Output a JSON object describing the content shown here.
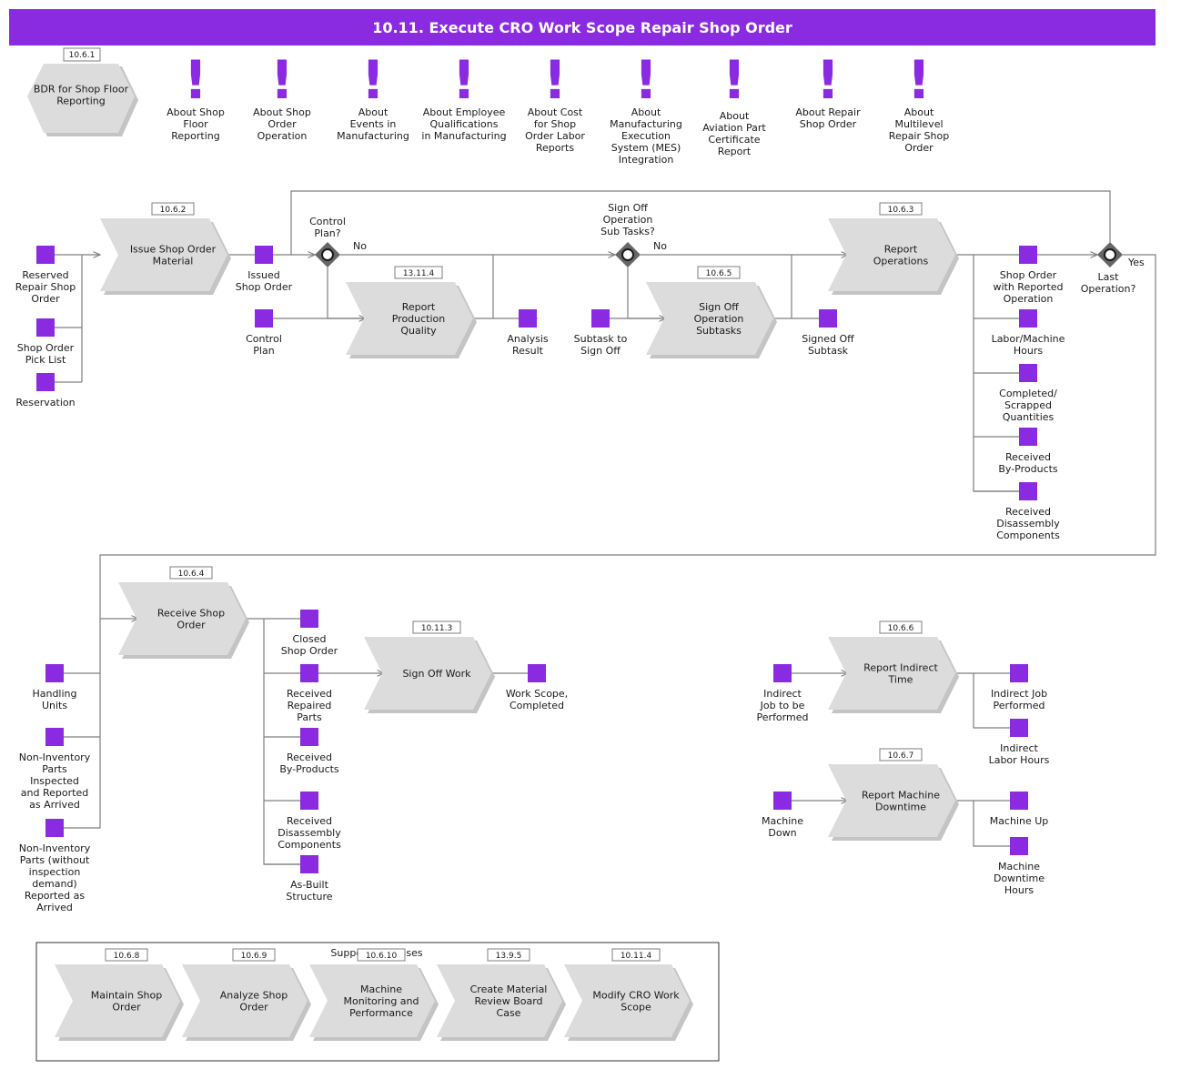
{
  "title": "10.11. Execute CRO Work Scope Repair Shop Order",
  "colors": {
    "header": "#8a2be2",
    "object": "#8a2be2",
    "process": "#dcdcdc",
    "gateway": "#666666",
    "line": "#7f7f7f"
  },
  "bdr": {
    "ref": "10.6.1",
    "label": "BDR for Shop Floor Reporting"
  },
  "about_items": [
    "About Shop Floor Reporting",
    "About Shop Order Operation",
    "About Events in Manufacturing",
    "About Employee Qualifications in Manufacturing",
    "About Cost for Shop Order Labor Reports",
    "About Manufacturing Execution System (MES) Integration",
    "About Aviation Part Certificate Report",
    "About Repair Shop Order",
    "About Multilevel Repair Shop Order"
  ],
  "processes": {
    "issue": {
      "ref": "10.6.2",
      "label": "Issue Shop Order Material"
    },
    "quality": {
      "ref": "13.11.4",
      "label": "Report Production Quality"
    },
    "signoff_sub": {
      "ref": "10.6.5",
      "label": "Sign Off Operation Subtasks"
    },
    "report_ops": {
      "ref": "10.6.3",
      "label": "Report Operations"
    },
    "receive": {
      "ref": "10.6.4",
      "label": "Receive Shop Order"
    },
    "signoff_work": {
      "ref": "10.11.3",
      "label": "Sign Off Work"
    },
    "indirect": {
      "ref": "10.6.6",
      "label": "Report Indirect Time"
    },
    "downtime": {
      "ref": "10.6.7",
      "label": "Report Machine Downtime"
    }
  },
  "gateways": {
    "control_plan": {
      "label": "Control Plan?",
      "no": "No"
    },
    "subtasks": {
      "label": "Sign Off Operation Sub Tasks?",
      "no": "No"
    },
    "last_op": {
      "label": "Last Operation?",
      "yes": "Yes"
    }
  },
  "objects": {
    "reserved": "Reserved Repair Shop Order",
    "picklist": "Shop Order Pick List",
    "reservation": "Reservation",
    "issued": "Issued Shop Order",
    "control_plan": "Control Plan",
    "analysis": "Analysis Result",
    "subtask": "Subtask to Sign Off",
    "signed_off": "Signed Off Subtask",
    "reported_op": "Shop Order with Reported Operation",
    "labor_hours": "Labor/Machine Hours",
    "completed_qty": "Completed/ Scrapped Quantities",
    "byproducts_1": "Received By-Products",
    "disassembly_1": "Received Disassembly Components",
    "handling": "Handling Units",
    "noninv_insp": "Non-Inventory Parts Inspected and Reported as Arrived",
    "noninv_noinsp": "Non-Inventory Parts (without inspection demand) Reported as Arrived",
    "closed": "Closed Shop Order",
    "repaired": "Received Repaired Parts",
    "byproducts_2": "Received By-Products",
    "disassembly_2": "Received Disassembly Components",
    "asbuilt": "As-Built Structure",
    "workscope": "Work Scope, Completed",
    "indirect_in": "Indirect Job to be Performed",
    "indirect_out": "Indirect Job Performed",
    "indirect_hours": "Indirect Labor Hours",
    "machine_down": "Machine Down",
    "machine_up": "Machine Up",
    "downtime_hours": "Machine Downtime Hours"
  },
  "support": {
    "title": "Support Processes",
    "items": [
      {
        "ref": "10.6.8",
        "label": "Maintain Shop Order"
      },
      {
        "ref": "10.6.9",
        "label": "Analyze Shop Order"
      },
      {
        "ref": "10.6.10",
        "label": "Machine Monitoring and Performance"
      },
      {
        "ref": "13.9.5",
        "label": "Create Material Review Board Case"
      },
      {
        "ref": "10.11.4",
        "label": "Modify CRO Work Scope"
      }
    ]
  }
}
